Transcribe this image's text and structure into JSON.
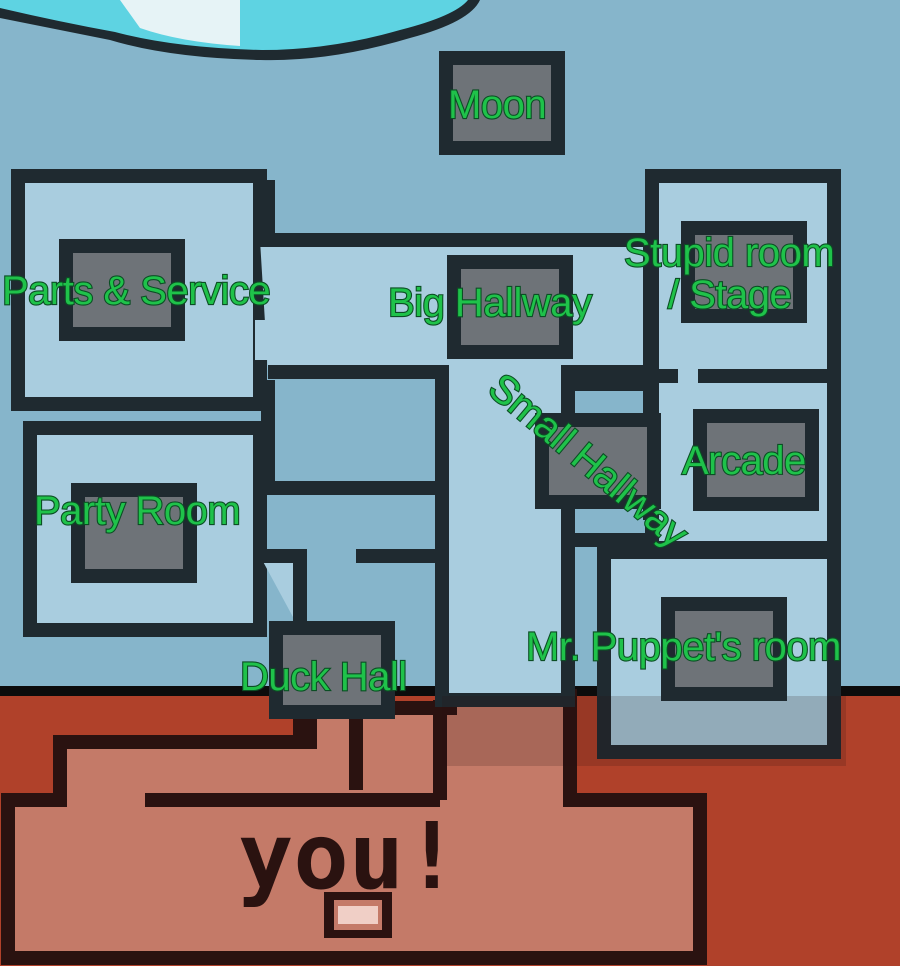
{
  "colors": {
    "sky": "#86b5cb",
    "room_fill": "#a9cddf",
    "wall": "#1f2a30",
    "camera_fill": "#6e7378",
    "label": "#1fc24a",
    "floor_dark": "#b0412a",
    "floor_light": "#c47a68",
    "cloud": "#5ed3e2"
  },
  "cameras": {
    "moon": "Moon",
    "parts_service": "Parts & Service",
    "big_hallway": "Big Hallway",
    "stupid_room_line1": "Stupid room",
    "stupid_room_line2": "/ Stage",
    "small_hallway": "Small Hallway",
    "arcade": "Arcade",
    "party_room": "Party Room",
    "duck_hall": "Duck Hall",
    "mr_puppets_room": "Mr. Puppet's room"
  },
  "player": {
    "label": "you!"
  },
  "icons": [
    "camera-icon",
    "cloud-icon"
  ]
}
